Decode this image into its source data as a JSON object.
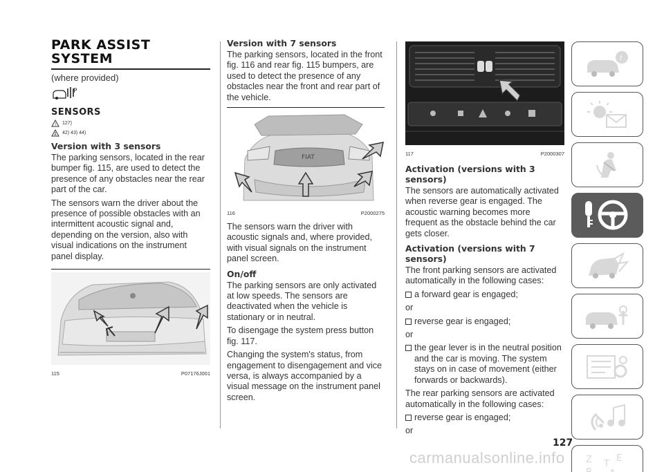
{
  "col1": {
    "title_line1": "PARK ASSIST",
    "title_line2": "SYSTEM",
    "provided": "(where provided)",
    "subsection": "SENSORS",
    "warn_ref1": "127)",
    "warn_ref2": "42)  43)  44)",
    "heading": "Version with 3 sensors",
    "p1": "The parking sensors, located in the rear bumper fig. 115, are used to detect the presence of any obstacles near the rear part of the car.",
    "p2": "The sensors warn the driver about the presence of possible obstacles with an intermittent acoustic signal and, depending on the version, also with visual indications on the instrument panel display.",
    "fig_num": "115",
    "fig_code": "P07176J001"
  },
  "col2": {
    "heading1": "Version with 7 sensors",
    "p1": "The parking sensors, located in the front fig. 116 and rear fig. 115 bumpers, are used to detect the presence of any obstacles near the front and rear part of the vehicle.",
    "fig_num": "116",
    "fig_code": "P2000275",
    "p2": "The sensors warn the driver with acoustic signals and, where provided, with visual signals on the instrument panel screen.",
    "heading2": "On/off",
    "p3": "The parking sensors are only activated at low speeds. The sensors are deactivated when the vehicle is stationary or in neutral.",
    "p4": "To disengage the system press button fig. 117.",
    "p5": "Changing the system's status, from engagement to disengagement and vice versa, is always accompanied by a visual message on the instrument panel screen."
  },
  "col3": {
    "fig_num": "117",
    "fig_code": "P2000307",
    "heading1": "Activation (versions with 3 sensors)",
    "p1": "The sensors are automatically activated when reverse gear is engaged. The acoustic warning becomes more frequent as the obstacle behind the car gets closer.",
    "heading2": "Activation (versions with 7 sensors)",
    "p2": "The front parking sensors are activated automatically in the following cases:",
    "b1": "a forward gear is engaged;",
    "or1": "or",
    "b2": "reverse gear is engaged;",
    "or2": "or",
    "b3": "the gear lever is in the neutral position and the car is moving. The system stays on in case of movement (either forwards or backwards).",
    "p3": "The rear parking sensors are activated automatically in the following cases:",
    "b4": "reverse gear is engaged;",
    "or3": "or"
  },
  "tabs": [
    {
      "icon": "car-info-icon",
      "active": false
    },
    {
      "icon": "warning-lights-icon",
      "active": false
    },
    {
      "icon": "seat-safety-icon",
      "active": false
    },
    {
      "icon": "key-steering-wheel-icon",
      "active": true
    },
    {
      "icon": "car-accident-icon",
      "active": false
    },
    {
      "icon": "car-service-icon",
      "active": false
    },
    {
      "icon": "technical-data-icon",
      "active": false
    },
    {
      "icon": "multimedia-icon",
      "active": false
    },
    {
      "icon": "alphabetical-index-icon",
      "active": false
    }
  ],
  "page_number": "127",
  "watermark": "carmanualsonline.info",
  "colors": {
    "text": "#333333",
    "tab_active": "#5b5b5b",
    "tab_border": "#555555"
  }
}
